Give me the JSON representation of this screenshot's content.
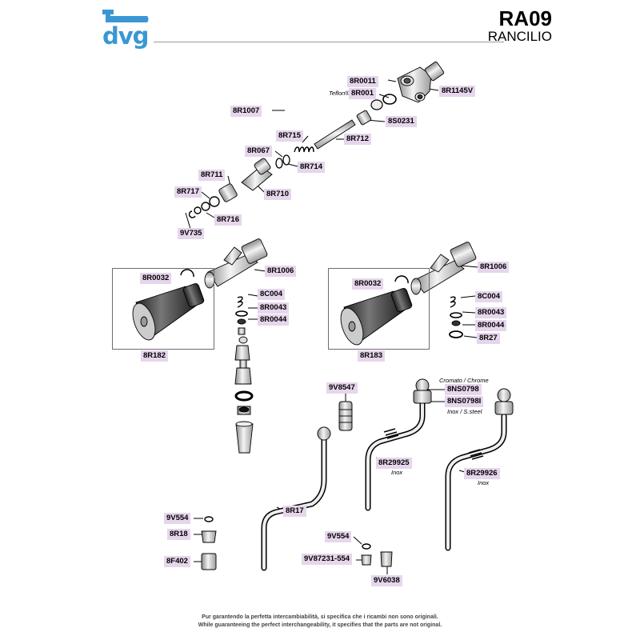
{
  "header": {
    "logo_text": "dvg",
    "model": "RA09",
    "brand": "RANCILIO",
    "accent_color": "#3a97d4"
  },
  "parts": {
    "p8R0011": "8R0011",
    "teflon_note": "Teflon®",
    "p8R001": "8R001",
    "p8R1145V": "8R1145V",
    "p8R1007": "8R1007",
    "p8S0231": "8S0231",
    "p8R715": "8R715",
    "p8R712": "8R712",
    "p8R067": "8R067",
    "p8R714": "8R714",
    "p8R711": "8R711",
    "p8R710": "8R710",
    "p8R717": "8R717",
    "p8R716": "8R716",
    "p9V735": "9V735",
    "left_8R1006": "8R1006",
    "left_8R0032": "8R0032",
    "left_8C004": "8C004",
    "left_8R0043": "8R0043",
    "left_8R0044": "8R0044",
    "p8R182": "8R182",
    "right_8R1006": "8R1006",
    "right_8R0032": "8R0032",
    "right_8C004": "8C004",
    "right_8R0043": "8R0043",
    "right_8R0044": "8R0044",
    "p8R27": "8R27",
    "p8R183": "8R183",
    "p9V8547": "9V8547",
    "chrome_note": "Cromato / Chrome",
    "p8NS0798": "8NS0798",
    "p8NS0798I": "8NS0798I",
    "inox_steel_note": "Inox / S.steel",
    "p8R29925": "8R29925",
    "inox_note_1": "Inox",
    "p8R29926": "8R29926",
    "inox_note_2": "Inox",
    "p8R17": "8R17",
    "left_9V554": "9V554",
    "p8R18": "8R18",
    "p8F402": "8F402",
    "right_9V554": "9V554",
    "p9V87231_554": "9V87231-554",
    "p9V6038": "9V6038"
  },
  "footer": {
    "line1": "Pur garantendo la perfetta intercambiabilità, si specifica che i ricambi non sono originali.",
    "line2": "While guaranteeing the perfect interchangeability, it specifies that the parts are not original."
  }
}
